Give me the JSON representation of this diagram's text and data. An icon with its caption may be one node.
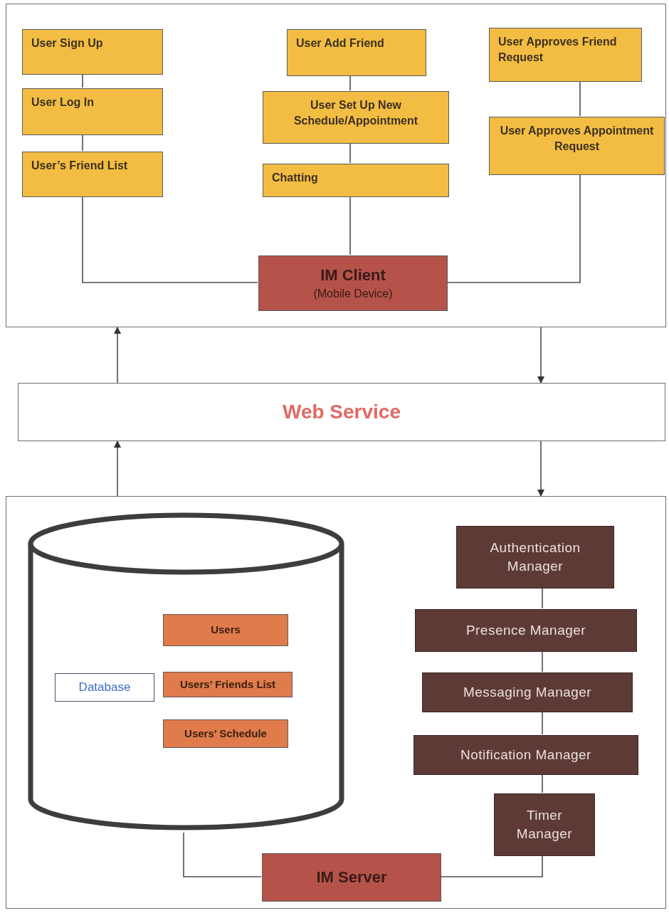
{
  "diagram": {
    "nodes": [
      {
        "text": [],
        "shape": "box"
      },
      {
        "text": [
          "User Sign Up"
        ],
        "in": 0
      },
      {
        "text": [
          "User Log In"
        ],
        "in": 0
      },
      {
        "text": [
          "User’s Friend List"
        ],
        "in": 0
      },
      {
        "text": [
          "User Add Friend"
        ],
        "in": 0
      },
      {
        "text": [
          "User Set Up New Schedule/Appointment"
        ],
        "in": 0
      },
      {
        "text": [
          "Chatting"
        ],
        "in": 0
      },
      {
        "text": [
          "User Approves Friend Request"
        ],
        "in": 0
      },
      {
        "text": [
          "User Approves Appointment Request"
        ],
        "in": 0
      },
      {
        "text": [
          "IM Client",
          "(Mobile Device)"
        ],
        "in": 0
      },
      {
        "text": [
          "Web Service"
        ]
      },
      {
        "text": [],
        "shape": "box"
      },
      {
        "text": [],
        "shape": "cylinder",
        "in": 11
      },
      {
        "text": [
          "Database"
        ],
        "in": 12
      },
      {
        "text": [
          "Users"
        ],
        "in": 12
      },
      {
        "text": [
          "Users’ Friends List"
        ],
        "in": 12
      },
      {
        "text": [
          "Users’ Schedule"
        ],
        "in": 12
      },
      {
        "text": [
          "Authentication Manager"
        ],
        "in": 11
      },
      {
        "text": [
          "Presence Manager"
        ],
        "in": 11
      },
      {
        "text": [
          "Messaging Manager"
        ],
        "in": 11
      },
      {
        "text": [
          "Notification Manager"
        ],
        "in": 11
      },
      {
        "text": [
          "Timer Manager"
        ],
        "in": 11
      },
      {
        "text": [
          "IM Server"
        ],
        "in": 11
      }
    ],
    "edges": [
      {
        "from": 1,
        "to": 2,
        "arrow": "none"
      },
      {
        "from": 2,
        "to": 3,
        "arrow": "none"
      },
      {
        "from": 3,
        "to": 9,
        "arrow": "none"
      },
      {
        "from": 4,
        "to": 5,
        "arrow": "none"
      },
      {
        "from": 5,
        "to": 6,
        "arrow": "none"
      },
      {
        "from": 6,
        "to": 9,
        "arrow": "none"
      },
      {
        "from": 7,
        "to": 8,
        "arrow": "none"
      },
      {
        "from": 8,
        "to": 9,
        "arrow": "none"
      },
      {
        "from": 10,
        "to": 0,
        "arrow": "to"
      },
      {
        "from": 0,
        "to": 10,
        "arrow": "to"
      },
      {
        "from": 11,
        "to": 10,
        "arrow": "to"
      },
      {
        "from": 10,
        "to": 11,
        "arrow": "to"
      },
      {
        "from": 17,
        "to": 18,
        "arrow": "none"
      },
      {
        "from": 18,
        "to": 19,
        "arrow": "none"
      },
      {
        "from": 19,
        "to": 20,
        "arrow": "none"
      },
      {
        "from": 20,
        "to": 21,
        "arrow": "none"
      },
      {
        "from": 21,
        "to": 22,
        "arrow": "none"
      },
      {
        "from": 12,
        "to": 22,
        "arrow": "none"
      }
    ]
  }
}
